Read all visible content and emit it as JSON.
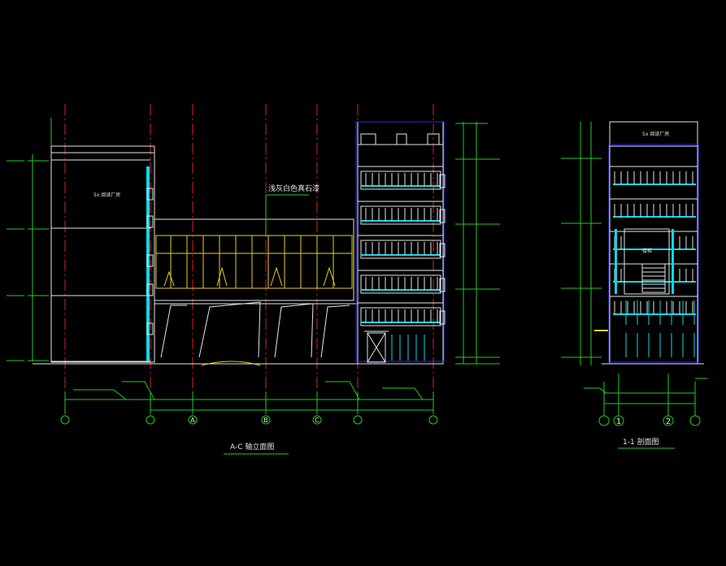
{
  "drawing": {
    "background": "#000000",
    "colors": {
      "axis_red": "#e02020",
      "dim_green": "#22cc22",
      "frame_white": "#e6e6e6",
      "facade_yellow": "#e6d21e",
      "glass_cyan": "#11d6e6",
      "blue": "#2a2aff"
    }
  },
  "left_view": {
    "title": "A-C 轴立面图",
    "material_note": "浅灰白色真石漆",
    "axis_labels": [
      "A",
      "B",
      "C"
    ],
    "top_room_label": "5x 阅读厂房"
  },
  "right_view": {
    "title": "1-1 剖面图",
    "axis_labels": [
      "1",
      "2"
    ],
    "top_room_label": "5x 阅读厂房",
    "stair_label": "楼梯"
  }
}
